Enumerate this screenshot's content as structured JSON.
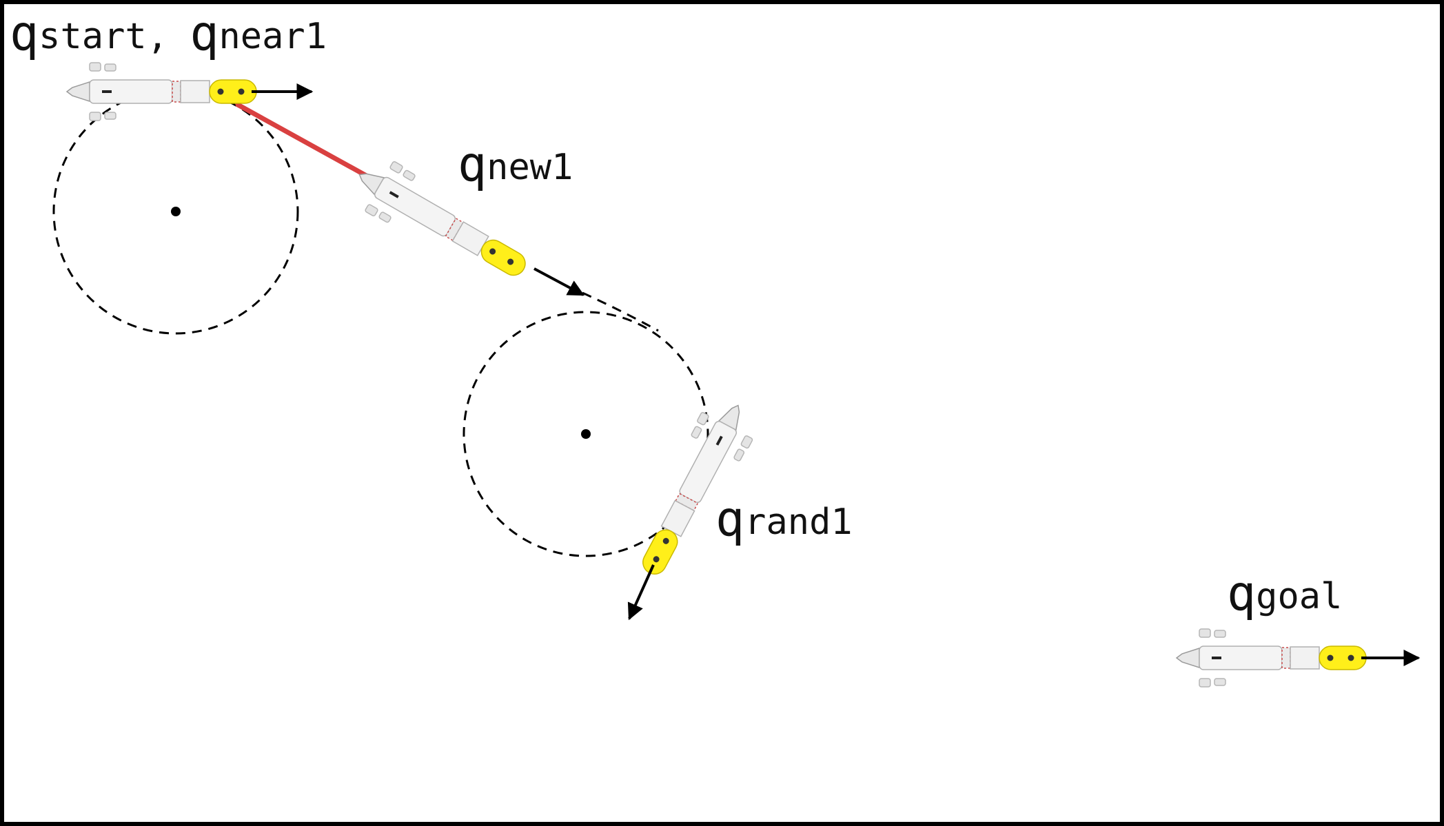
{
  "labels": {
    "start_near": {
      "q": "q",
      "sub1": "start, ",
      "q2": "q",
      "sub2": "near1"
    },
    "new": {
      "q": "q",
      "sub": "new1"
    },
    "rand": {
      "q": "q",
      "sub": "rand1"
    },
    "goal": {
      "q": "q",
      "sub": "goal"
    }
  },
  "colors": {
    "frame": "#000000",
    "path_line": "#d94040",
    "circle": "#000000",
    "arrow": "#000000",
    "vehicle_nose": "#ffef1a",
    "vehicle_body": "#f2f2f2"
  },
  "icons": {
    "vehicle": "auv-vehicle-icon",
    "heading": "heading-arrow-icon"
  }
}
